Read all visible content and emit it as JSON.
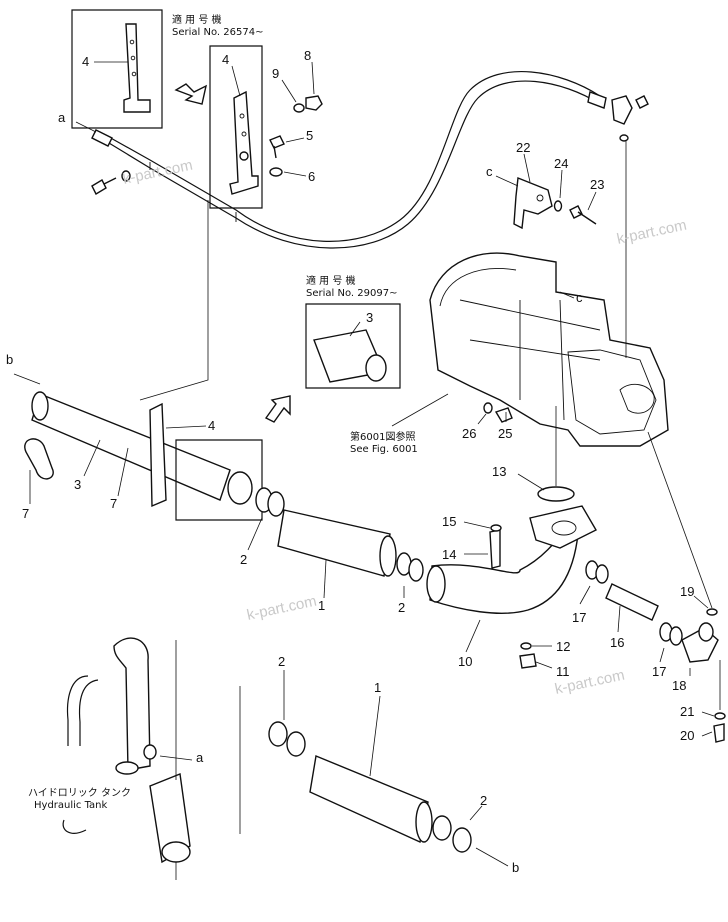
{
  "diagram": {
    "callouts": {
      "c1": "1",
      "c1b": "1",
      "c2a": "2",
      "c2b": "2",
      "c2c": "2",
      "c2d": "2",
      "c3": "3",
      "c3b": "3",
      "c4a": "4",
      "c4b": "4",
      "c4c": "4",
      "c5": "5",
      "c6": "6",
      "c7a": "7",
      "c7b": "7",
      "c8": "8",
      "c9": "9",
      "c10": "10",
      "c11": "11",
      "c12": "12",
      "c13": "13",
      "c14": "14",
      "c15": "15",
      "c16": "16",
      "c17a": "17",
      "c17b": "17",
      "c18": "18",
      "c19": "19",
      "c20": "20",
      "c21": "21",
      "c22": "22",
      "c23": "23",
      "c24": "24",
      "c25": "25",
      "c26": "26",
      "ref_a1": "a",
      "ref_a2": "a",
      "ref_b1": "b",
      "ref_b2": "b",
      "ref_c1": "c",
      "ref_c2": "c"
    },
    "notes": {
      "serial1_jp": "適 用 号 機",
      "serial1": "Serial No. 26574~",
      "serial2_jp": "適 用 号 機",
      "serial2": "Serial No. 29097~",
      "fig_jp": "第6001図参照",
      "fig": "See Fig. 6001",
      "tank_jp": "ハイドロリック タンク",
      "tank": "Hydraulic Tank"
    },
    "watermark": "k-part.com"
  }
}
